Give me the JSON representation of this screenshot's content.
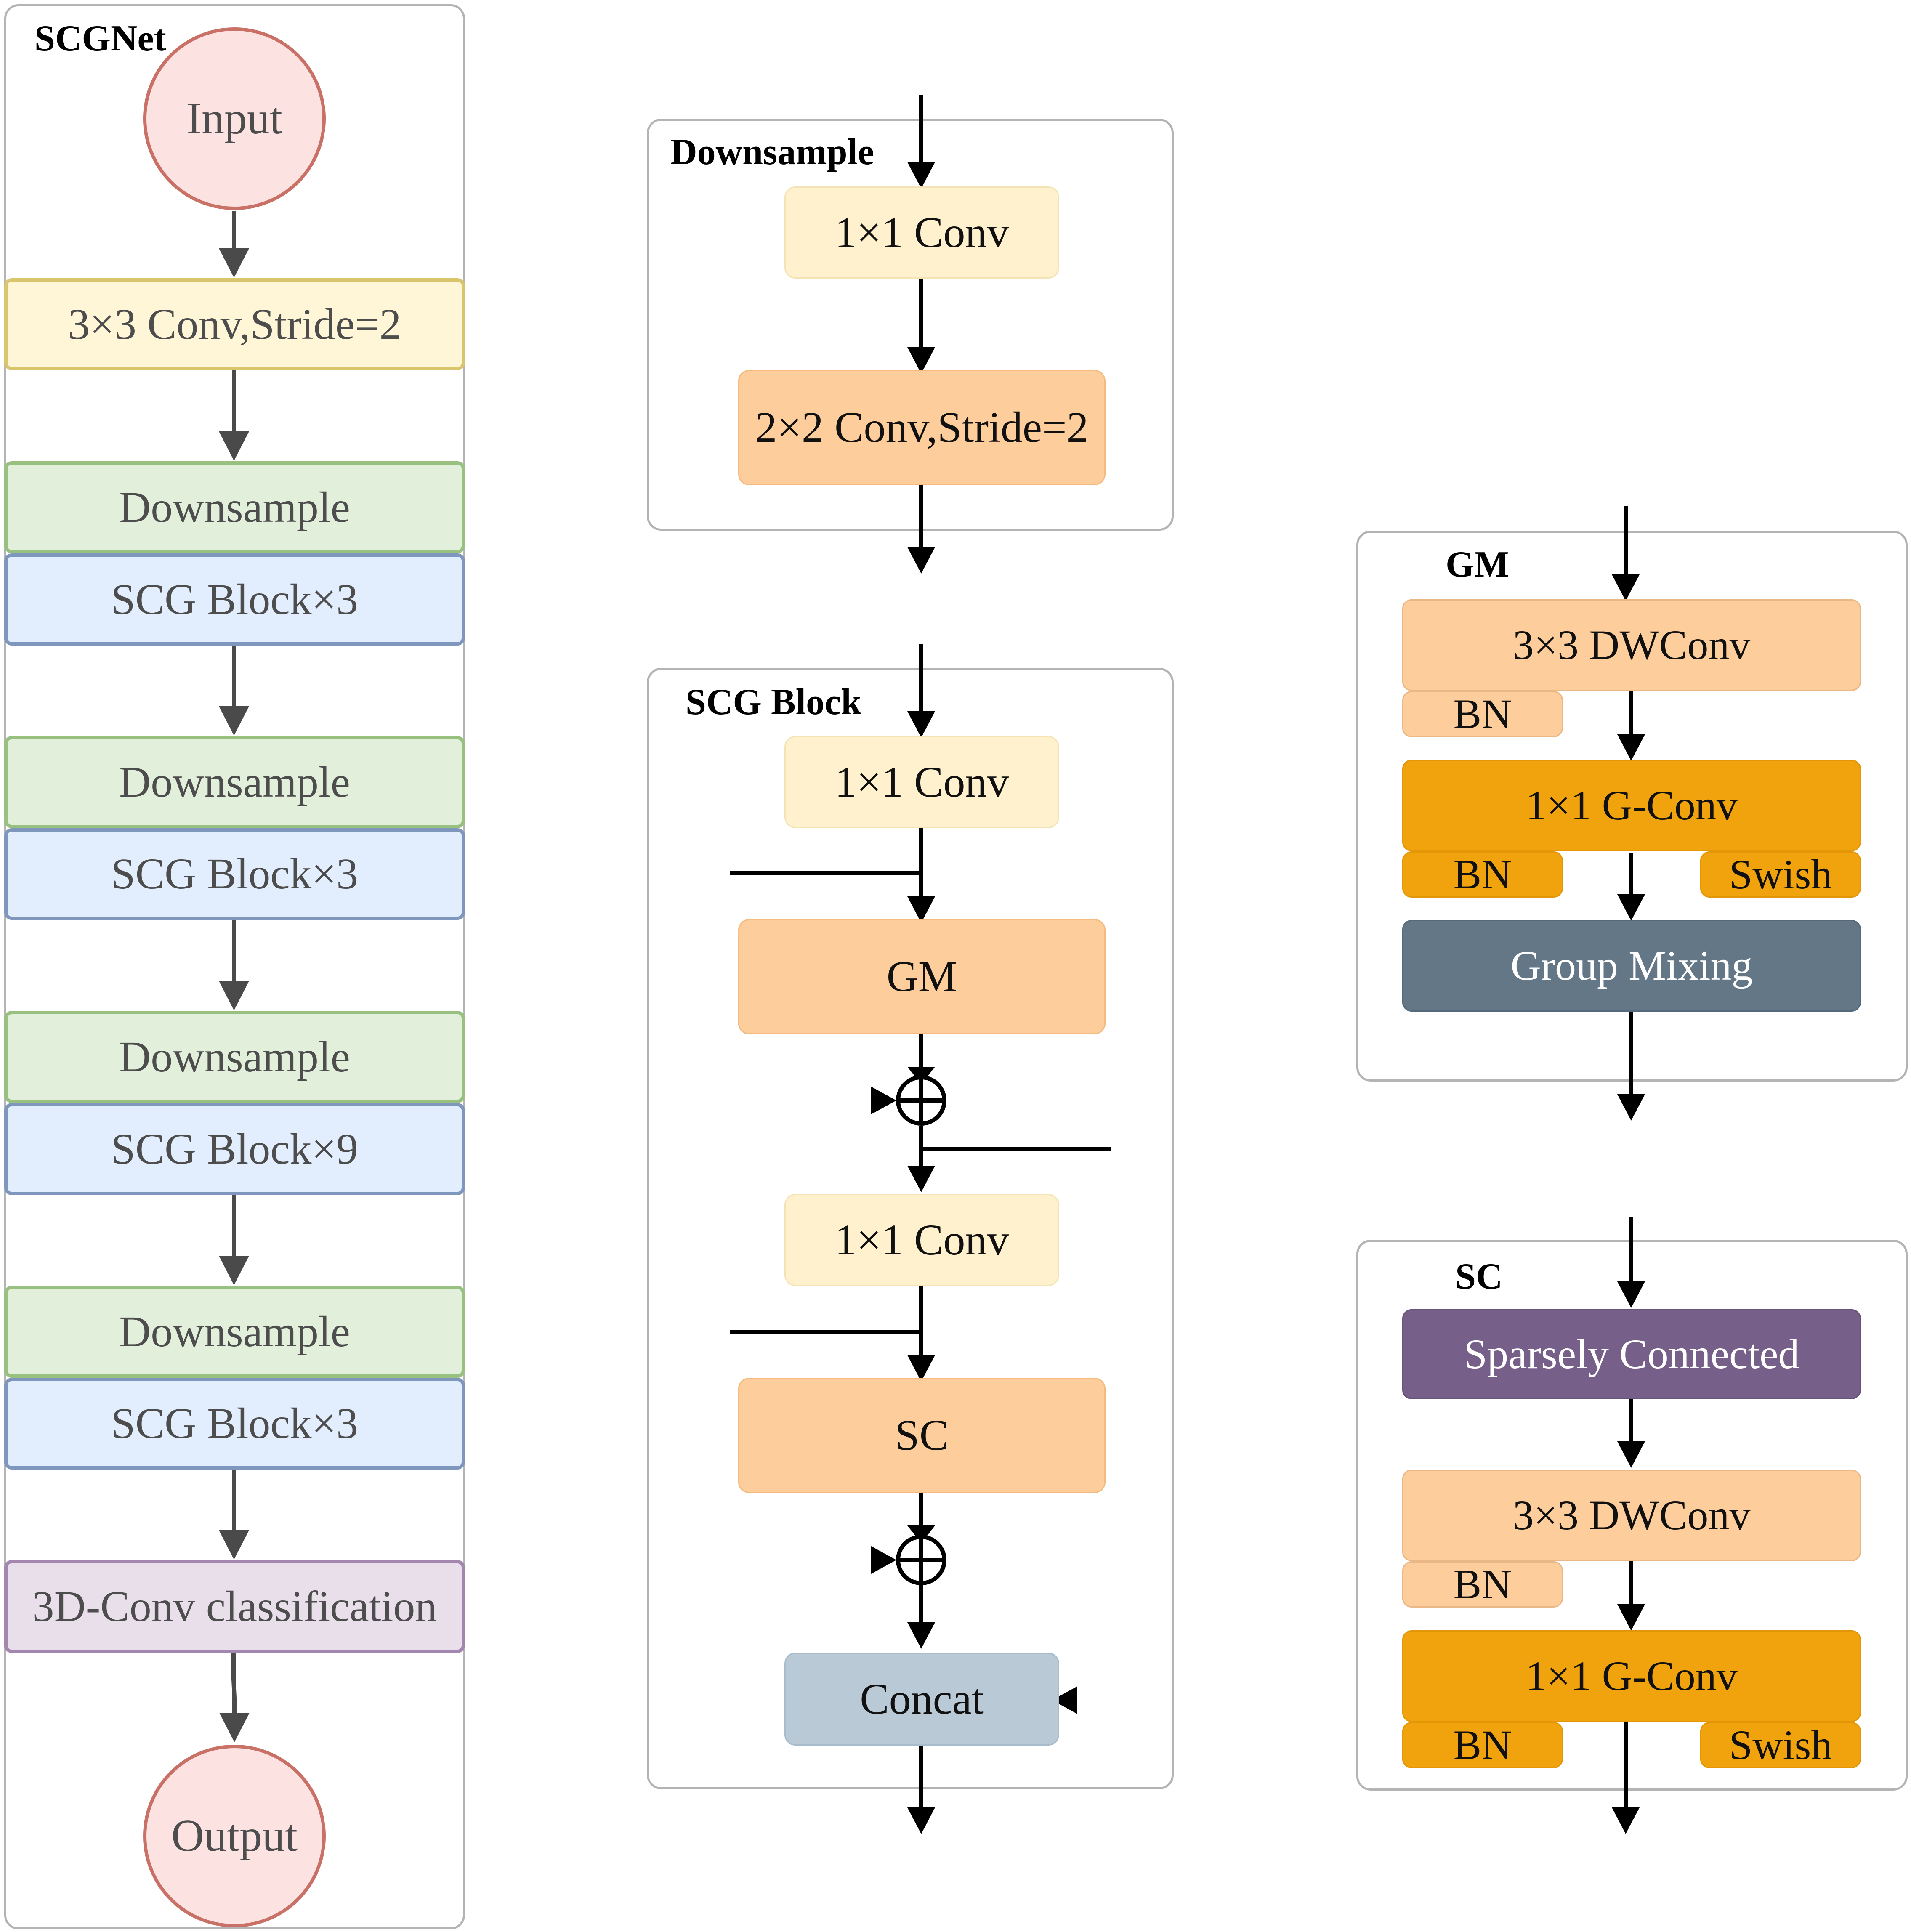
{
  "scgnet": {
    "title": "SCGNet",
    "input": "Input",
    "stem": "3×3 Conv,Stride=2",
    "stage1_down": "Downsample",
    "stage1_block": "SCG Block×3",
    "stage2_down": "Downsample",
    "stage2_block": "SCG Block×3",
    "stage3_down": "Downsample",
    "stage3_block": "SCG Block×9",
    "stage4_down": "Downsample",
    "stage4_block": "SCG Block×3",
    "classifier": "3D-Conv classification",
    "output": "Output"
  },
  "downsample": {
    "title": "Downsample",
    "conv1": "1×1 Conv",
    "conv2": "2×2 Conv,Stride=2"
  },
  "scg_block": {
    "title": "SCG Block",
    "conv_a": "1×1 Conv",
    "gm": "GM",
    "conv_b": "1×1 Conv",
    "sc": "SC",
    "concat": "Concat"
  },
  "gm": {
    "title": "GM",
    "dwconv": "3×3 DWConv",
    "dw_bn": "BN",
    "gconv": "1×1 G-Conv",
    "g_bn": "BN",
    "g_swish": "Swish",
    "mixing": "Group Mixing"
  },
  "sc": {
    "title": "SC",
    "sparse": "Sparsely Connected",
    "dwconv": "3×3 DWConv",
    "dw_bn": "BN",
    "gconv": "1×1 G-Conv",
    "g_bn": "BN",
    "g_swish": "Swish"
  },
  "colors": {
    "conv_light": "#fff1cd",
    "conv_orange": "#fdcd9b",
    "conv_dark_orange": "#f0a30c",
    "group_mixing": "#647787",
    "sparsely_connected": "#76608a",
    "concat": "#b9c9d6"
  }
}
